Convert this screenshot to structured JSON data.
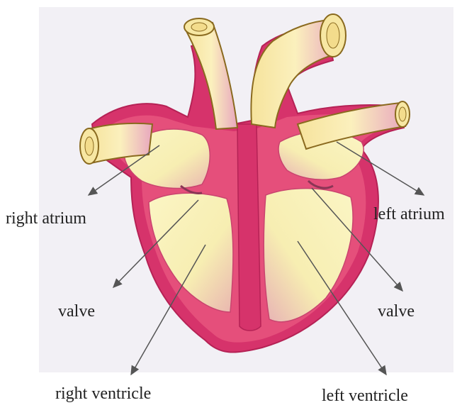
{
  "labels": {
    "right_atrium": "right atrium",
    "left_atrium": "left atrium",
    "valve_right": "valve",
    "valve_left": "valve",
    "right_ventricle": "right ventricle",
    "left_ventricle": "left ventricle"
  },
  "colors": {
    "paper": "#f2f0f5",
    "outer_wall": "#d6336b",
    "inner_wall": "#e8557e",
    "chamber": "#f9f2b9",
    "chamber_shade": "#e8c6a8",
    "vessel": "#f7e7a3",
    "vessel_shade": "#e9a6b8",
    "arrow": "#555555"
  }
}
